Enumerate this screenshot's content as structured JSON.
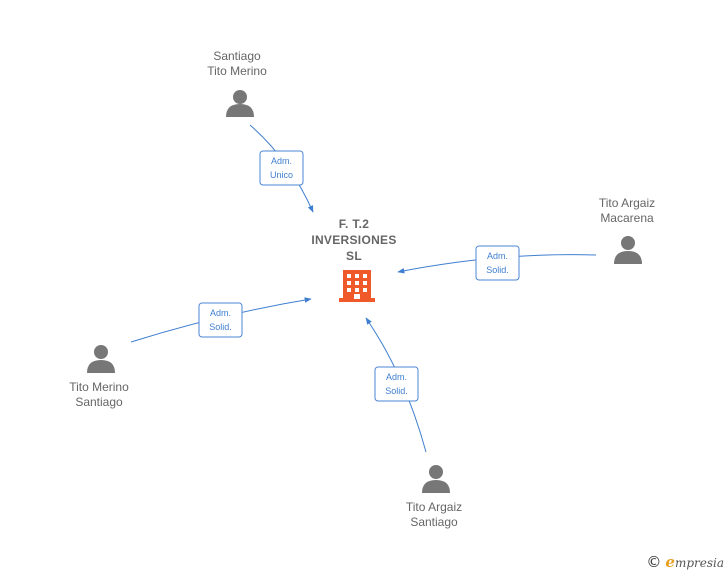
{
  "company": {
    "name_lines": [
      "F. T.2",
      "INVERSIONES",
      "SL"
    ],
    "icon": "building-icon",
    "color": "#f05a2a"
  },
  "people": [
    {
      "id": "santiago-tito-merino",
      "name_lines": [
        "Santiago",
        "Tito Merino"
      ],
      "icon": "person-icon"
    },
    {
      "id": "tito-argaiz-macarena",
      "name_lines": [
        "Tito Argaiz",
        "Macarena"
      ],
      "icon": "person-icon"
    },
    {
      "id": "tito-merino-santiago",
      "name_lines": [
        "Tito Merino",
        "Santiago"
      ],
      "icon": "person-icon"
    },
    {
      "id": "tito-argaiz-santiago",
      "name_lines": [
        "Tito Argaiz",
        "Santiago"
      ],
      "icon": "person-icon"
    }
  ],
  "relations": [
    {
      "from": "santiago-tito-merino",
      "role_lines": [
        "Adm.",
        "Unico"
      ]
    },
    {
      "from": "tito-argaiz-macarena",
      "role_lines": [
        "Adm.",
        "Solid."
      ]
    },
    {
      "from": "tito-merino-santiago",
      "role_lines": [
        "Adm.",
        "Solid."
      ]
    },
    {
      "from": "tito-argaiz-santiago",
      "role_lines": [
        "Adm.",
        "Solid."
      ]
    }
  ],
  "colors": {
    "edge": "#3f7fcf",
    "person": "#777777",
    "text": "#666666"
  },
  "footer": {
    "copyright_symbol": "©",
    "brand_first": "e",
    "brand_rest": "mpresia"
  }
}
